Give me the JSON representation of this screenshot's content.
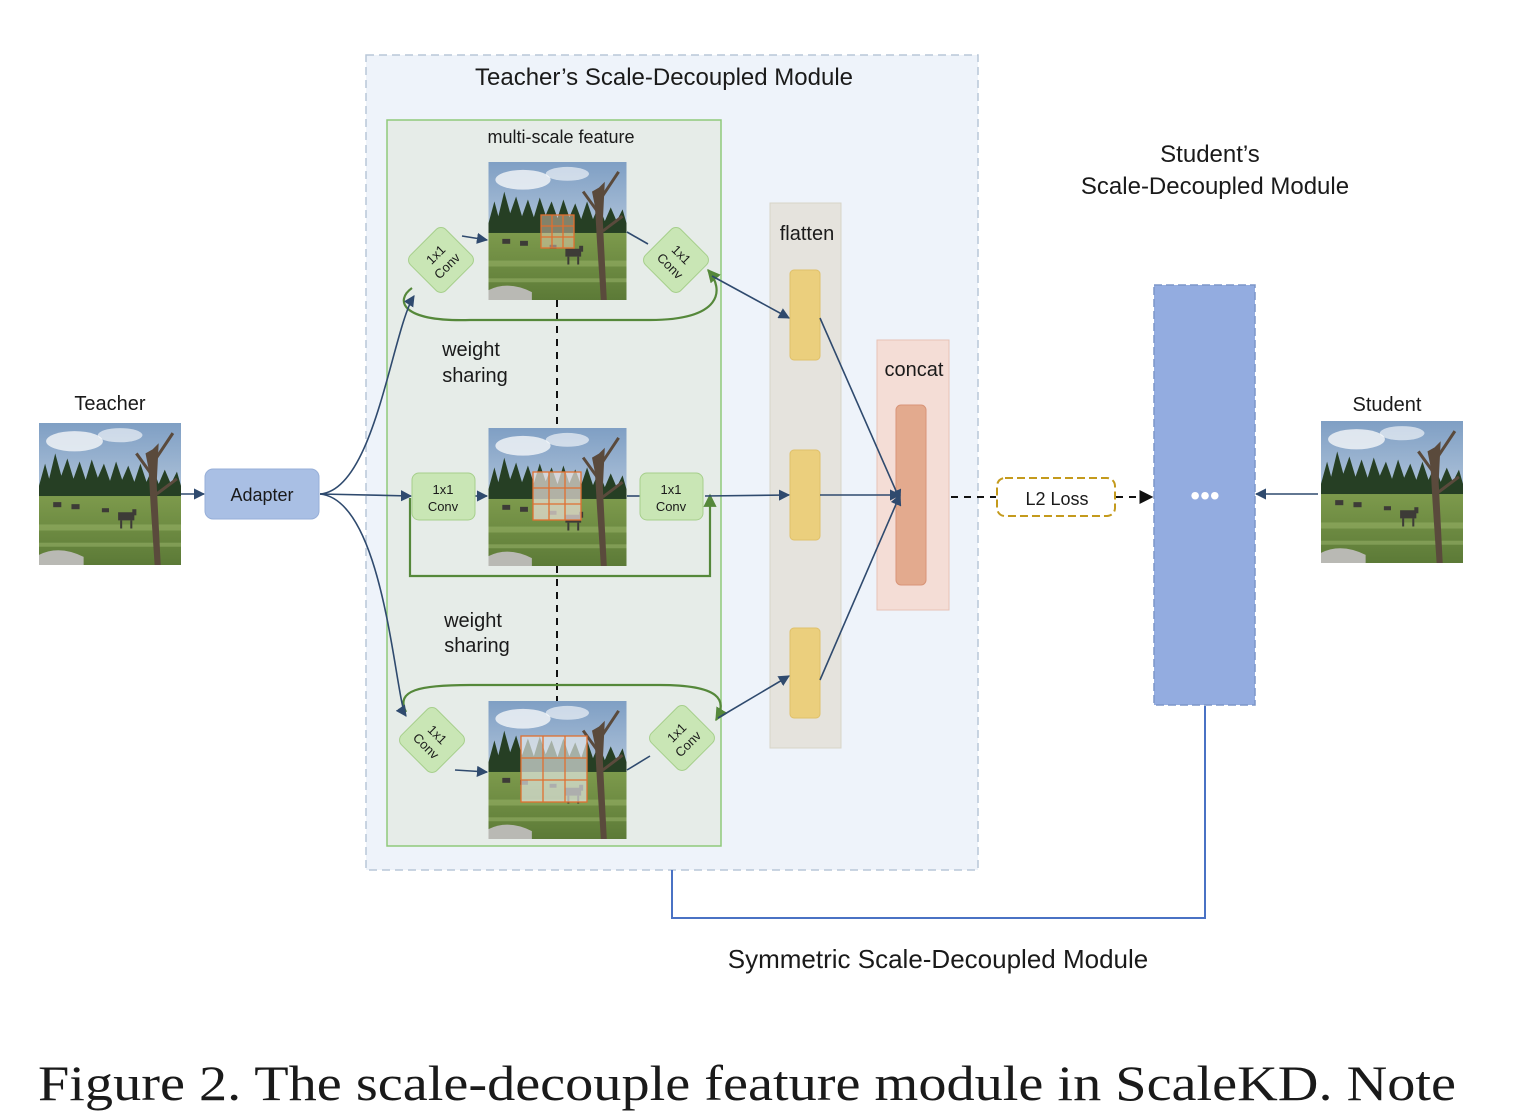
{
  "diagram": {
    "teacher_module_title": "Teacher’s Scale-Decoupled Module",
    "multiscale_label": "multi-scale feature",
    "student_module_title_line1": "Student’s",
    "student_module_title_line2": "Scale-Decoupled Module",
    "teacher_label": "Teacher",
    "student_label": "Student",
    "adapter_label": "Adapter",
    "conv_label_line1": "1x1",
    "conv_label_line2": "Conv",
    "weight_sharing_line1": "weight",
    "weight_sharing_line2": "sharing",
    "flatten_label": "flatten",
    "concat_label": "concat",
    "loss_label": "L2 Loss",
    "ellipsis": "•••",
    "symmetric_label": "Symmetric Scale-Decoupled Module"
  },
  "caption": "Figure 2.  The scale-decouple feature module in ScaleKD. Note",
  "colors": {
    "module_bg": "#eef3fa",
    "module_border": "#b9c7d8",
    "feature_bg": "#e6ece8",
    "feature_border": "#8fc97a",
    "conv_fill": "#c9e6b5",
    "conv_stroke": "#a6cf8b",
    "adapter_fill": "#a9bfe4",
    "flatten_bg": "#e5e3dd",
    "flatten_item": "#ebcf7d",
    "concat_bg": "#f4ddd6",
    "concat_item": "#e3aa8e",
    "student_block": "#93ace0",
    "arrow": "#2f4a6e",
    "loop": "#55883a",
    "loss_border": "#c49a1c",
    "patch": "#e07030"
  }
}
